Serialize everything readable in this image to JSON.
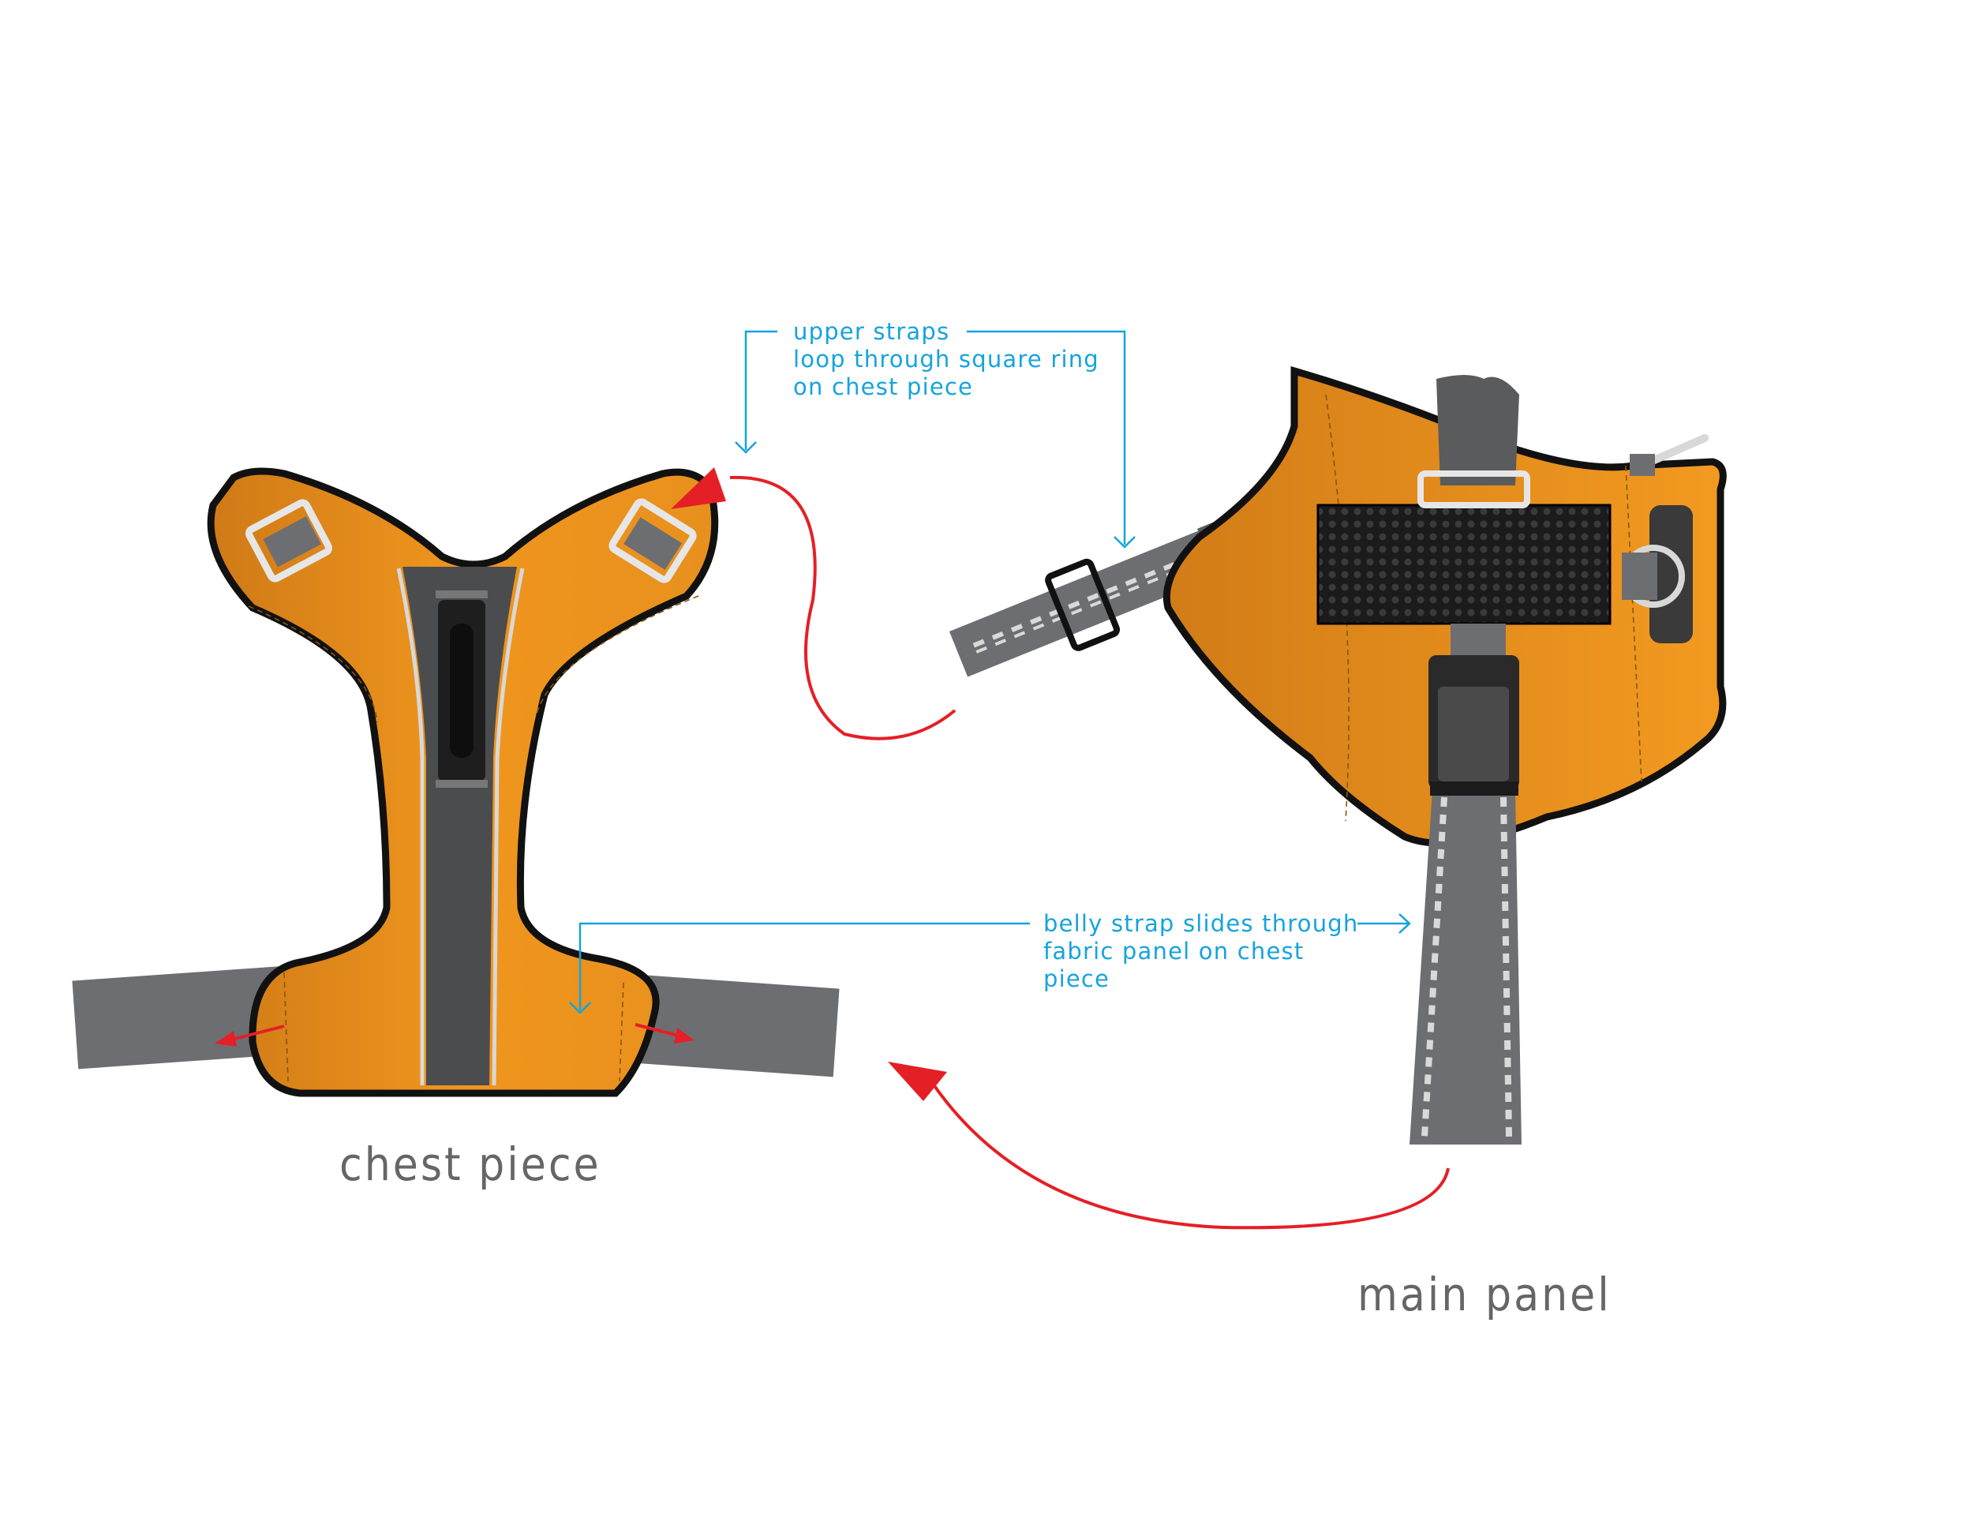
{
  "callouts": {
    "upper_straps": [
      "upper straps",
      "loop through square ring",
      "on chest piece"
    ],
    "belly_strap": [
      "belly strap slides through",
      "fabric panel on chest",
      "piece"
    ]
  },
  "captions": {
    "chest_piece": "chest piece",
    "main_panel": "main panel"
  },
  "colors": {
    "fabric_orange": "#e8901e",
    "strap_grey": "#6d6e71",
    "callout_blue": "#16a3dd",
    "arrow_red": "#e51f26",
    "caption_grey": "#666666"
  }
}
